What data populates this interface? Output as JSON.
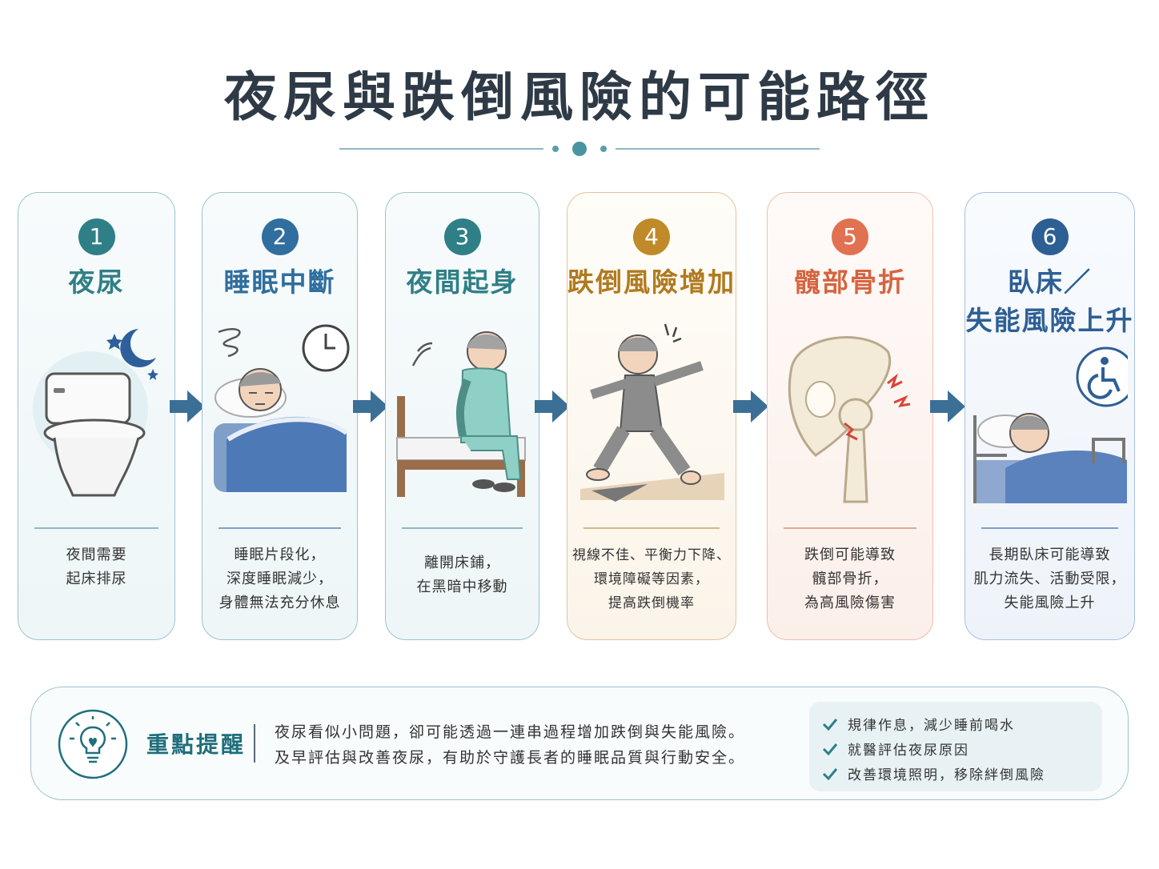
{
  "title": "夜尿與跌倒風險的可能路徑",
  "colors": {
    "teal": "#2f7f86",
    "blue": "#2f6e9e",
    "orange": "#c08a2a",
    "coral": "#e07252",
    "navy": "#2d5f94",
    "arrow": "#3b6f96"
  },
  "steps": [
    {
      "number": "1",
      "title": "夜尿",
      "desc": [
        "夜間需要",
        "起床排尿"
      ],
      "icon": "toilet-icon"
    },
    {
      "number": "2",
      "title": "睡眠中斷",
      "desc": [
        "睡眠片段化，",
        "深度睡眠減少，",
        "身體無法充分休息"
      ],
      "icon": "sleeping-elder-icon"
    },
    {
      "number": "3",
      "title": "夜間起身",
      "desc": [
        "離開床鋪，",
        "在黑暗中移動"
      ],
      "icon": "elder-sitting-bed-icon"
    },
    {
      "number": "4",
      "title": "跌倒風險增加",
      "desc": [
        "視線不佳、平衡力下降、",
        "環境障礙等因素，",
        "提高跌倒機率"
      ],
      "icon": "elder-slipping-icon"
    },
    {
      "number": "5",
      "title": "髖部骨折",
      "desc": [
        "跌倒可能導致",
        "髖部骨折，",
        "為高風險傷害"
      ],
      "icon": "hip-fracture-icon"
    },
    {
      "number": "6",
      "title_line1": "臥床／",
      "title_line2": "失能風險上升",
      "desc": [
        "長期臥床可能導致",
        "肌力流失、活動受限，",
        "失能風險上升"
      ],
      "icon": "bedridden-elder-icon"
    }
  ],
  "note": {
    "title": "重點提醒",
    "text": [
      "夜尿看似小問題，卻可能透過一連串過程增加跌倒與失能風險。",
      "及早評估與改善夜尿，有助於守護長者的睡眠品質與行動安全。"
    ],
    "checks": [
      "規律作息，減少睡前喝水",
      "就醫評估夜尿原因",
      "改善環境照明，移除絆倒風險"
    ]
  }
}
